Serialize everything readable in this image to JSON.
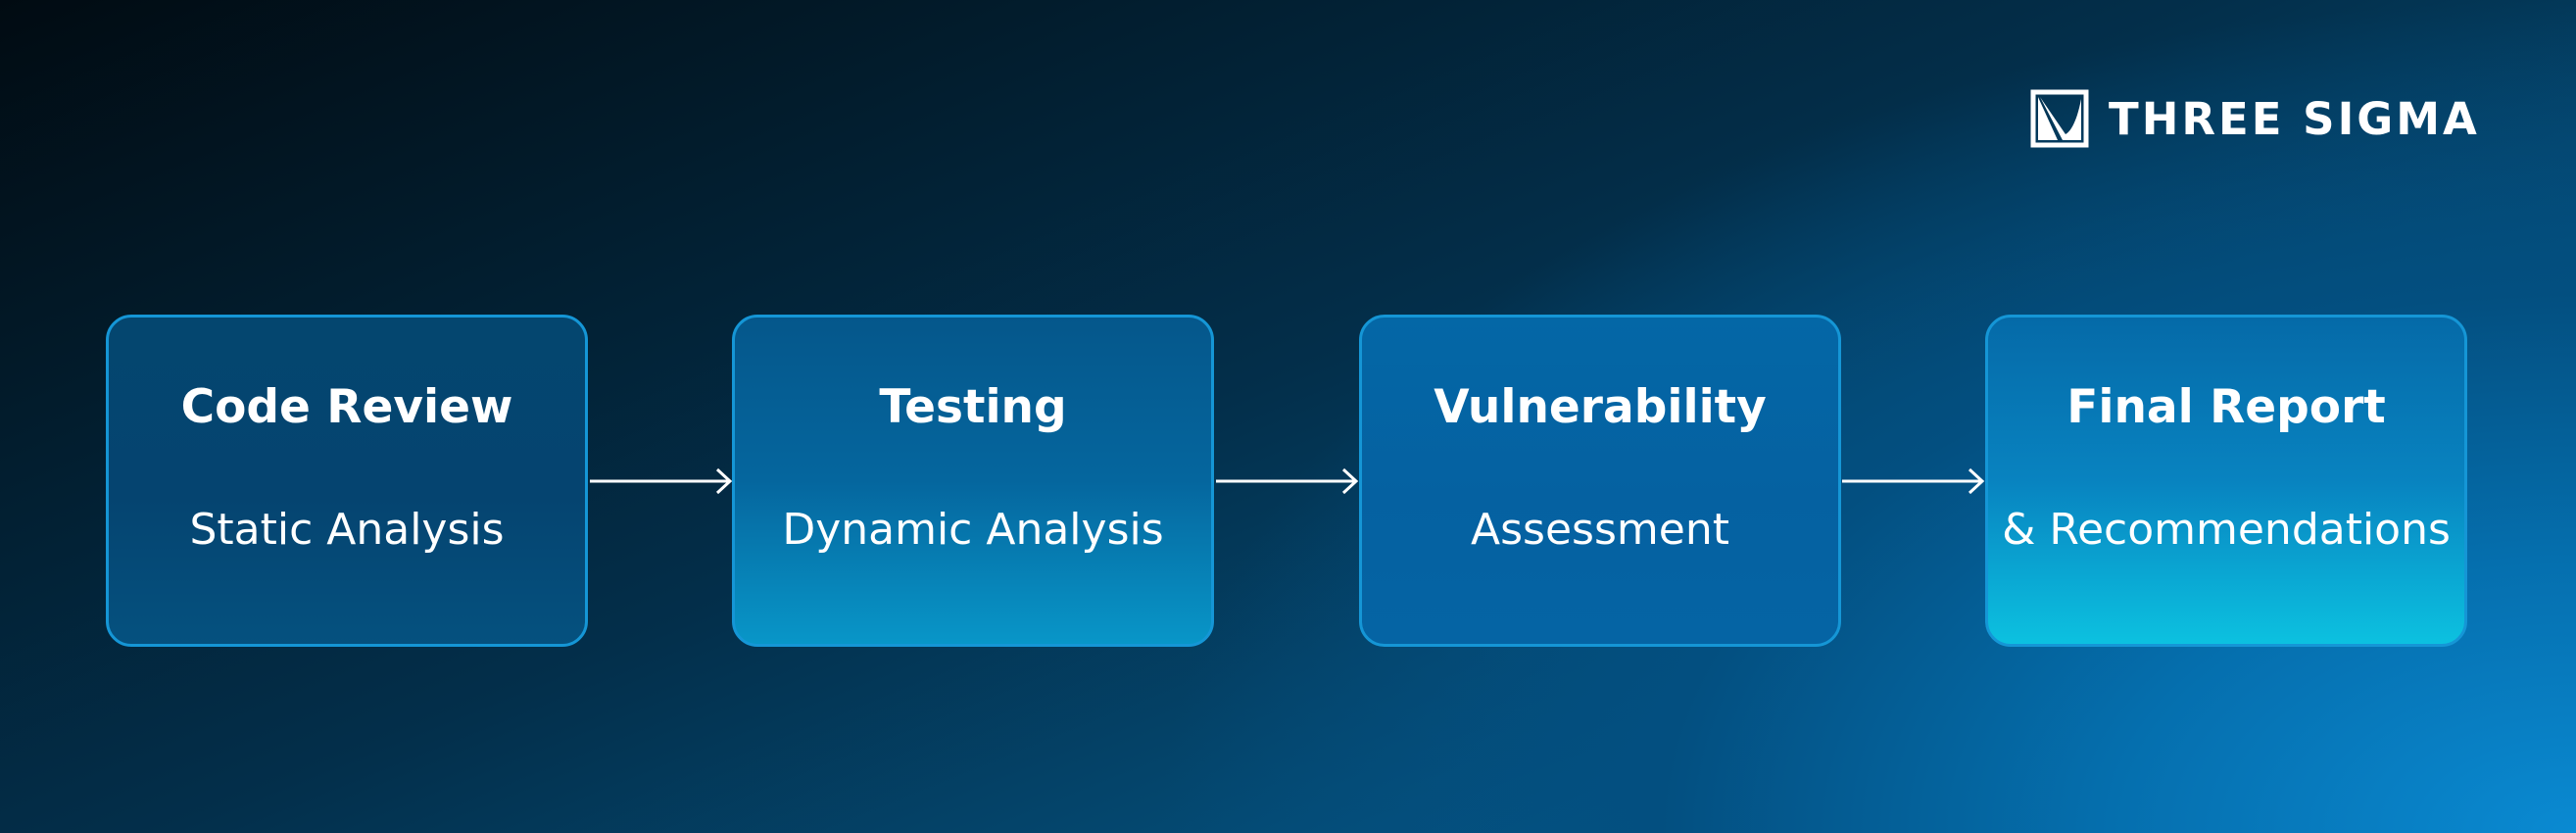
{
  "brand": {
    "name": "THREE SIGMA",
    "logo_icon": "three-sigma-mark-icon",
    "color": "#ffffff"
  },
  "diagram": {
    "type": "flowchart",
    "direction": "left-to-right",
    "arrow_icon": "arrow-right-icon",
    "steps": [
      {
        "title": "Code Review",
        "subtitle": "Static Analysis"
      },
      {
        "title": "Testing",
        "subtitle": "Dynamic Analysis"
      },
      {
        "title": "Vulnerability",
        "subtitle": "Assessment"
      },
      {
        "title": "Final Report",
        "subtitle": "& Recommendations"
      }
    ],
    "colors": {
      "box_border": "#1596d6",
      "text": "#ffffff",
      "arrow": "#ffffff"
    }
  }
}
